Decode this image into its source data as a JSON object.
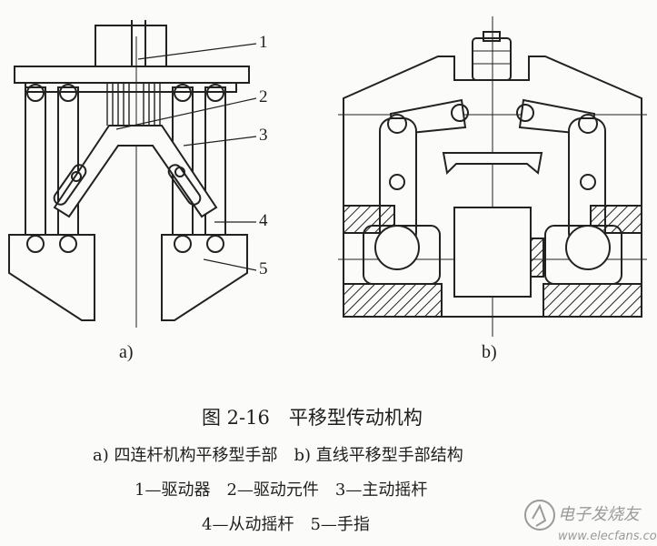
{
  "figure": {
    "parts_a": [
      "1",
      "2",
      "3",
      "4",
      "5"
    ],
    "sub_a": "a)",
    "sub_b": "b)",
    "caption": "图 2-16　平移型传动机构",
    "legend_line1": "a) 四连杆机构平移型手部　b) 直线平移型手部结构",
    "legend_line2": "1—驱动器　2—驱动元件　3—主动摇杆",
    "legend_line3": "4—从动摇杆　5—手指"
  },
  "watermark": {
    "text": "电子发烧友",
    "domain": "www.elecfans.com"
  },
  "colors": {
    "ink": "#1e1e1e",
    "paper": "#fbfbfa",
    "watermark": "#9a9a9a"
  }
}
